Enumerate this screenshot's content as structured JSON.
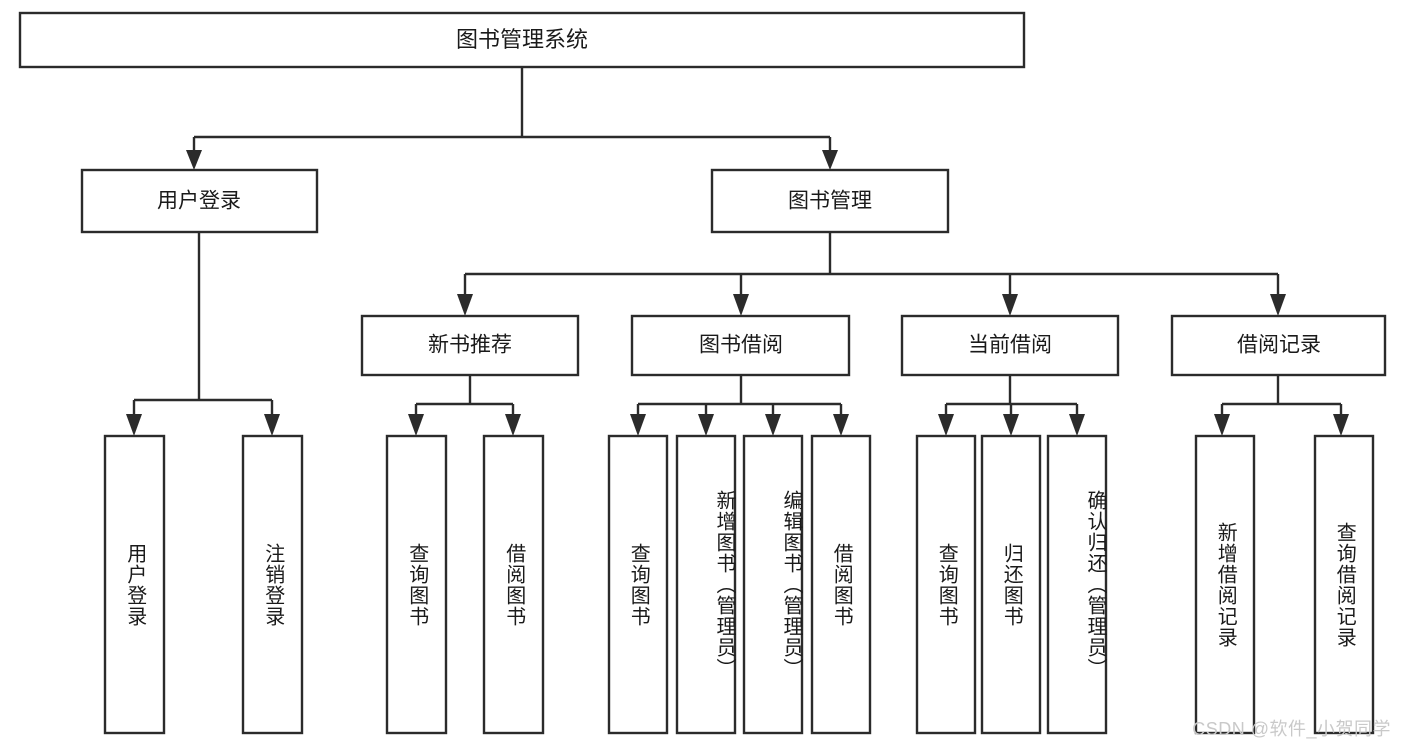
{
  "diagram": {
    "type": "tree",
    "title": "图书管理系统",
    "watermark": "CSDN @软件_小贺同学",
    "root": {
      "id": "root",
      "label": "图书管理系统"
    },
    "level2": [
      {
        "id": "user-login",
        "label": "用户登录"
      },
      {
        "id": "book-management",
        "label": "图书管理"
      }
    ],
    "level3": [
      {
        "id": "new-book-recommend",
        "label": "新书推荐",
        "parent": "book-management"
      },
      {
        "id": "book-borrow",
        "label": "图书借阅",
        "parent": "book-management"
      },
      {
        "id": "current-borrow",
        "label": "当前借阅",
        "parent": "book-management"
      },
      {
        "id": "borrow-record",
        "label": "借阅记录",
        "parent": "book-management"
      }
    ],
    "leaves": {
      "user-login": [
        {
          "id": "leaf-user-login",
          "label": "用户登录"
        },
        {
          "id": "leaf-user-logout",
          "label": "注销登录"
        }
      ],
      "new-book-recommend": [
        {
          "id": "leaf-query-book-1",
          "label": "查询图书"
        },
        {
          "id": "leaf-borrow-book-1",
          "label": "借阅图书"
        }
      ],
      "book-borrow": [
        {
          "id": "leaf-query-book-2",
          "label": "查询图书"
        },
        {
          "id": "leaf-add-book",
          "label": "新增图书（管理员）"
        },
        {
          "id": "leaf-edit-book",
          "label": "编辑图书（管理员）"
        },
        {
          "id": "leaf-borrow-book-2",
          "label": "借阅图书"
        }
      ],
      "current-borrow": [
        {
          "id": "leaf-query-book-3",
          "label": "查询图书"
        },
        {
          "id": "leaf-return-book",
          "label": "归还图书"
        },
        {
          "id": "leaf-confirm-return",
          "label": "确认归还（管理员）"
        }
      ],
      "borrow-record": [
        {
          "id": "leaf-add-record",
          "label": "新增借阅记录"
        },
        {
          "id": "leaf-query-record",
          "label": "查询借阅记录"
        }
      ]
    },
    "colors": {
      "stroke": "#2b2b2b",
      "fill": "#ffffff",
      "text": "#1a1a1a",
      "watermark": "#c9c9c9",
      "background": "#ffffff"
    }
  }
}
